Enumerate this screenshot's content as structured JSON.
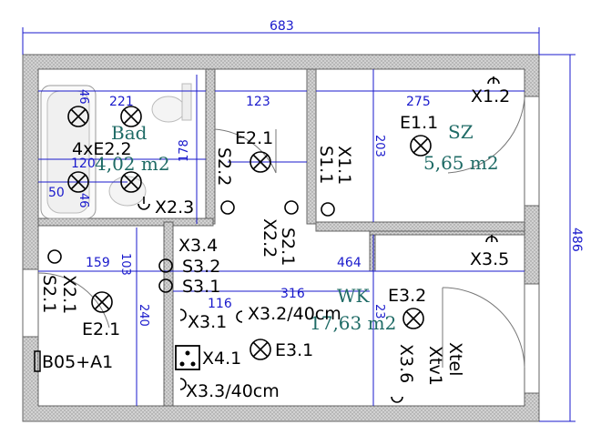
{
  "dimensions": {
    "overall_width": "683",
    "overall_height": "486",
    "bath_46_top": "46",
    "bath_221": "221",
    "bath_178": "178",
    "bath_120": "120",
    "bath_50": "50",
    "bath_46_bottom": "46",
    "hall_123": "123",
    "sz_275": "275",
    "sz_203": "203",
    "lower_159": "159",
    "lower_103": "103",
    "lower_240": "240",
    "wk_464": "464",
    "wk_116": "116",
    "wk_316": "316",
    "wk_23": "23"
  },
  "rooms": {
    "bad_name": "Bad",
    "bad_area": "4,02 m2",
    "sz_name": "SZ",
    "sz_area": "5,65 m2",
    "wk_name": "WK",
    "wk_area": "17,63 m2"
  },
  "symbols": {
    "x1_2": "X1.2",
    "e1_1": "E1.1",
    "e2_1_top": "E2.1",
    "e2_2": "4xE2.2",
    "x2_3": "X2.3",
    "s2_2": "S2.2",
    "s2_1_hall": "S2.1",
    "x2_2": "X2.2",
    "x1_1": "X1.1",
    "s1_1": "S1.1",
    "x3_4": "X3.4",
    "s3_2": "S3.2",
    "s3_1": "S3.1",
    "x3_5": "X3.5",
    "x2_1": "X2.1",
    "s2_1_left": "S2.1",
    "e2_1_bottom": "E2.1",
    "x3_1": "X3.1",
    "x3_2": "X3.2/40cm",
    "e3_2": "E3.2",
    "e3_1": "E3.1",
    "x4_1": "X4.1",
    "x3_3": "X3.3/40cm",
    "x3_6": "X3.6",
    "xtel": "Xtel",
    "xtv": "Xtv1",
    "b05": "B05+A1"
  }
}
